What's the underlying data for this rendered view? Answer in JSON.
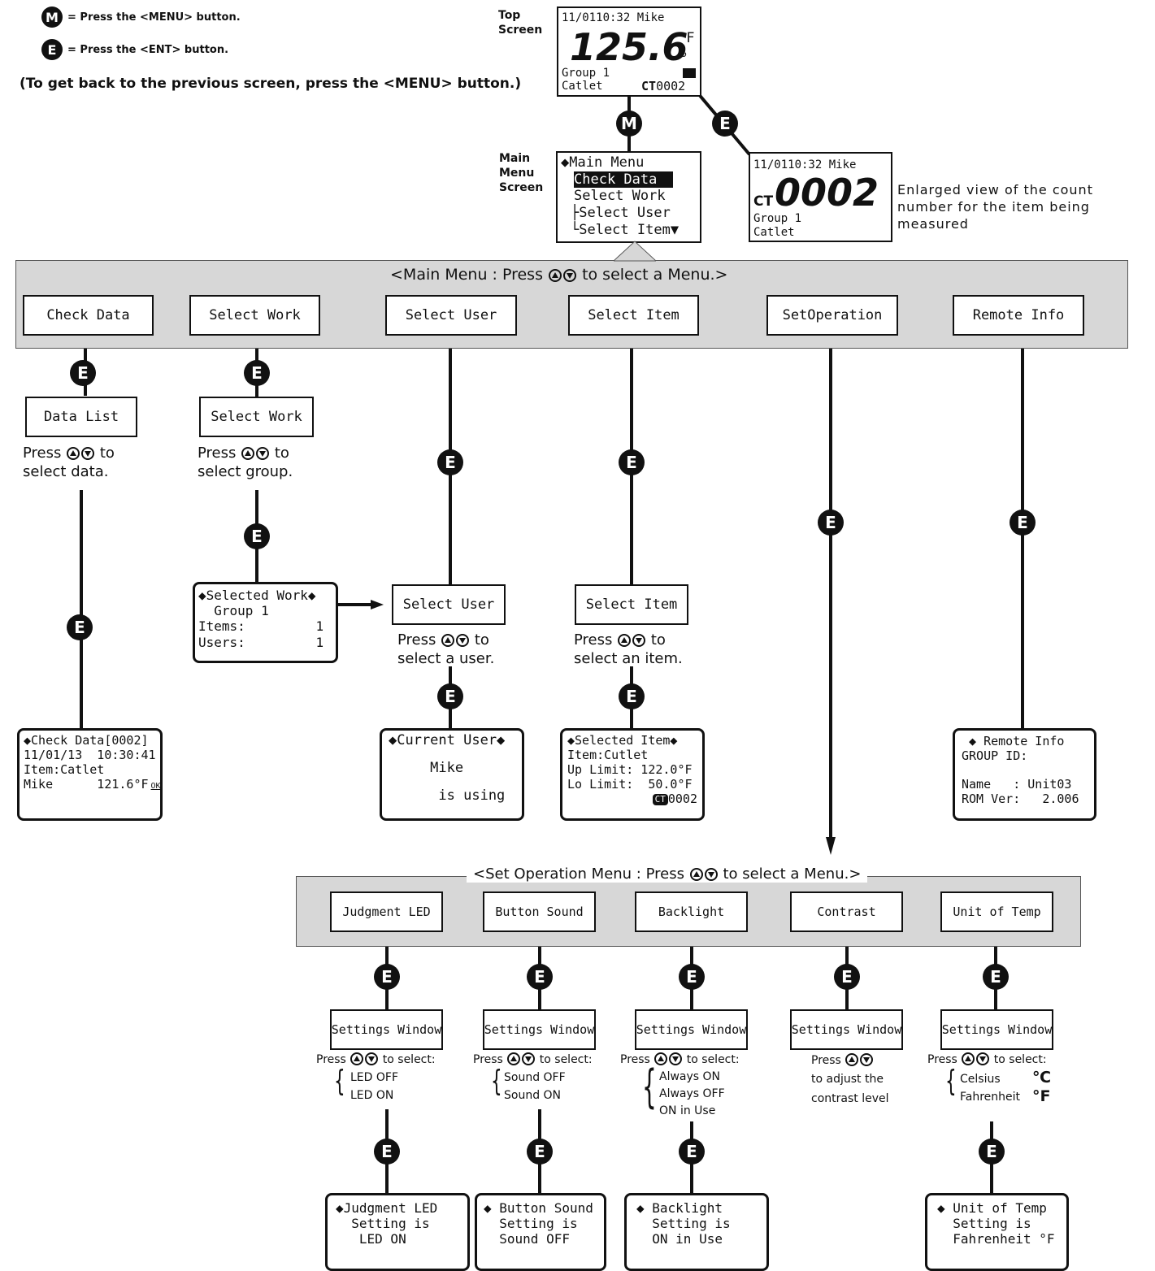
{
  "legend": {
    "m_symbol": "M",
    "m_text": "= Press the <MENU> button.",
    "e_symbol": "E",
    "e_text": "= Press the <ENT> button.",
    "back_note": "(To get back to the previous screen, press the <MENU> button.)"
  },
  "top_screen": {
    "label_line1": "Top",
    "label_line2": "Screen",
    "datetime_user": "11/0110:32 Mike",
    "temperature": "125.6",
    "unit": "°F",
    "group": "Group 1",
    "item": "Catlet",
    "ct_label": "CT",
    "ct_count": "0002"
  },
  "main_menu_screen": {
    "label_line1": "Main",
    "label_line2": "Menu",
    "label_line3": "Screen",
    "line1": "◆Main Menu",
    "line2": "Check Data",
    "line3": "Select Work",
    "line4": "├Select User",
    "line5": "└Select Item▼"
  },
  "enlarged_screen": {
    "datetime_user": "11/0110:32 Mike",
    "ct_label": "CT",
    "count": "0002",
    "group": "Group 1",
    "item": "Catlet",
    "caption": "Enlarged view of the count\nnumber for the item being\nmeasured"
  },
  "main_band": {
    "title_before": "<Main Menu : Press",
    "title_after": "to select a Menu.>",
    "items": [
      "Check Data",
      "Select Work",
      "Select User",
      "Select Item",
      "SetOperation",
      "Remote Info"
    ]
  },
  "nodes": {
    "e": "E",
    "m": "M"
  },
  "check_data_branch": {
    "box": "Data List",
    "note_before": "Press",
    "note_after": "to",
    "note_line2": "select data.",
    "screen": "◆Check Data[0002]\n11/01/13  10:30:41\nItem:Catlet\nMike      121.6°F",
    "ok_mark": "OK"
  },
  "select_work_branch": {
    "box": "Select Work",
    "note_before": "Press",
    "note_after": "to",
    "note_line2": "select group.",
    "screen": "◆Selected Work◆\n  Group 1\nItems:         1\nUsers:         1"
  },
  "select_user_branch": {
    "box": "Select User",
    "note_before": "Press",
    "note_after": "to",
    "note_line2": "select a user.",
    "screen": "◆Current User◆\n\n     Mike\n\n      is using"
  },
  "select_item_branch": {
    "box": "Select Item",
    "note_before": "Press",
    "note_after": "to",
    "note_line2": "select an item.",
    "screen": "◆Selected Item◆\nItem:Cutlet\nUp Limit: 122.0°F\nLo Limit:  50.0°F",
    "ct_badge": "CT",
    "ct_count": "0002"
  },
  "remote_info_branch": {
    "screen": " ◆ Remote Info\nGROUP ID:\n\nName   : Unit03\nROM Ver:   2.006"
  },
  "set_band": {
    "title_before": "<Set Operation Menu : Press",
    "title_after": "to select a Menu.>",
    "items": [
      "Judgment LED",
      "Button Sound",
      "Backlight",
      "Contrast",
      "Unit of Temp"
    ]
  },
  "settings": {
    "window_label": "Settings Window",
    "press": "Press",
    "to_select": "to select:",
    "led_options": [
      "LED OFF",
      "LED ON"
    ],
    "sound_options": [
      "Sound OFF",
      "Sound ON"
    ],
    "backlight_options": [
      "Always ON",
      "Always OFF",
      "ON in Use"
    ],
    "contrast_line2": "to adjust the",
    "contrast_line3": "contrast level",
    "temp_options": [
      "Celsius",
      "Fahrenheit"
    ],
    "celsius_symbol": "℃",
    "fahrenheit_symbol": "°F"
  },
  "results": {
    "led": "◆Judgment LED\n  Setting is\n   LED ON",
    "sound": "◆ Button Sound\n  Setting is\n  Sound OFF",
    "backlight": "◆ Backlight\n  Setting is\n  ON in Use",
    "temp": "◆ Unit of Temp\n  Setting is\n  Fahrenheit °F"
  }
}
